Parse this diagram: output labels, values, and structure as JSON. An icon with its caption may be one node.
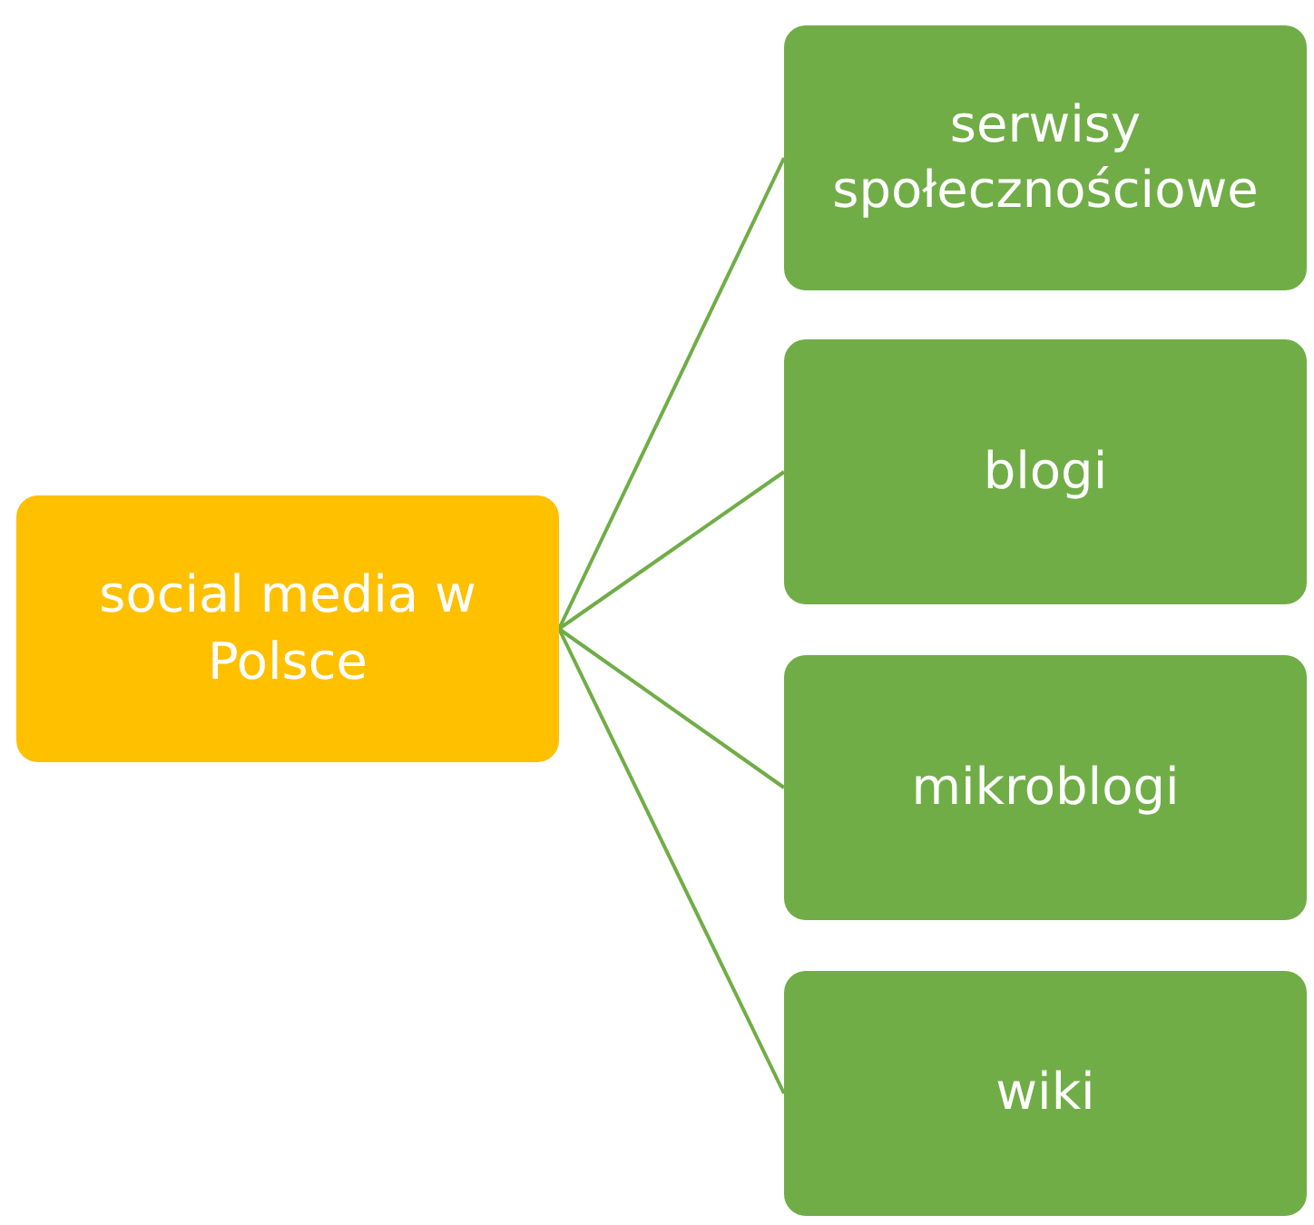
{
  "diagram": {
    "nodes": [
      {
        "text": [
          "social media w Polsce"
        ]
      },
      {
        "text": [
          "serwisy społecznościowe"
        ]
      },
      {
        "text": [
          "blogi"
        ]
      },
      {
        "text": [
          "mikroblogi"
        ]
      },
      {
        "text": [
          "wiki"
        ]
      }
    ],
    "edges": [
      {
        "from": 0,
        "to": 1,
        "arrow": "none"
      },
      {
        "from": 0,
        "to": 2,
        "arrow": "none"
      },
      {
        "from": 0,
        "to": 3,
        "arrow": "none"
      },
      {
        "from": 0,
        "to": 4,
        "arrow": "none"
      }
    ]
  }
}
